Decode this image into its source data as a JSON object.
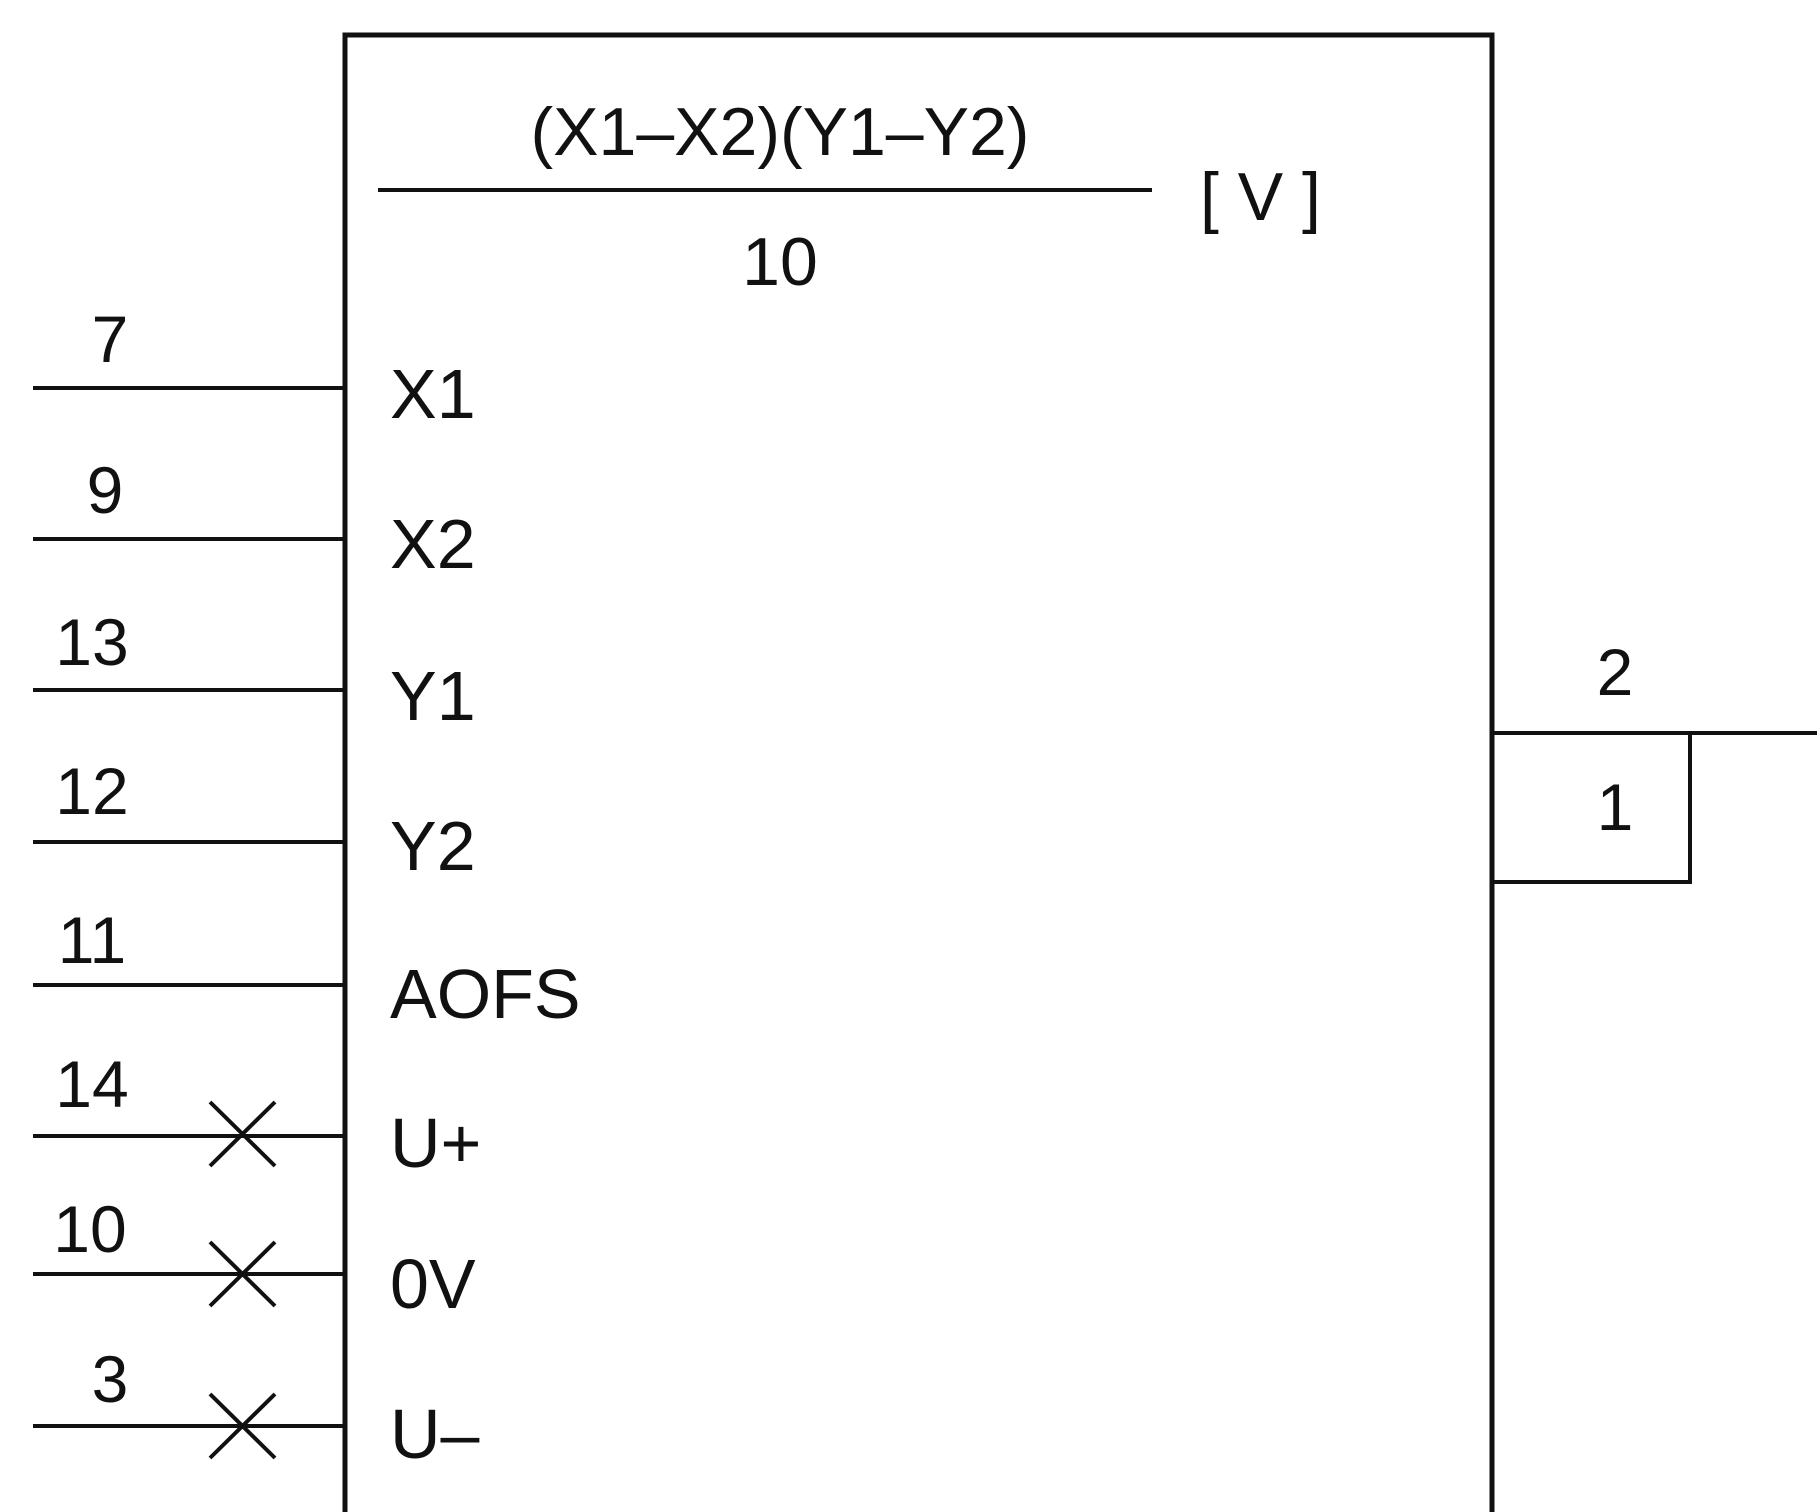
{
  "formula": {
    "numerator": "(X1–X2)(Y1–Y2)",
    "denominator": "10",
    "unit": "[ V ]"
  },
  "inputs": [
    {
      "pin": "7",
      "label": "X1",
      "marked": false
    },
    {
      "pin": "9",
      "label": "X2",
      "marked": false
    },
    {
      "pin": "13",
      "label": "Y1",
      "marked": false
    },
    {
      "pin": "12",
      "label": "Y2",
      "marked": false
    },
    {
      "pin": "11",
      "label": "AOFS",
      "marked": false
    },
    {
      "pin": "14",
      "label": "U+",
      "marked": true
    },
    {
      "pin": "10",
      "label": "0V",
      "marked": true
    },
    {
      "pin": "3",
      "label": "U–",
      "marked": true
    }
  ],
  "output": {
    "pin": "2",
    "label": "1"
  }
}
